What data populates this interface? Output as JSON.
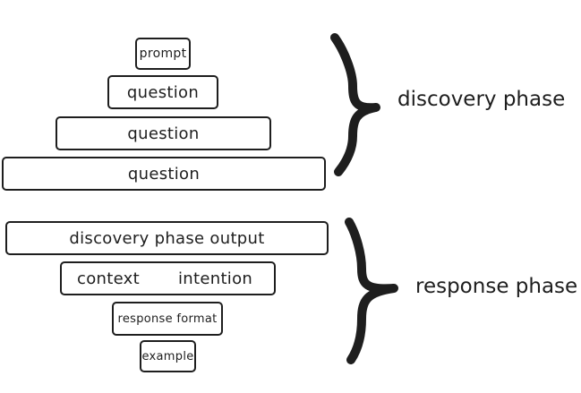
{
  "diagram": {
    "discovery_stack": {
      "boxes": [
        {
          "label": "prompt"
        },
        {
          "label": "question"
        },
        {
          "label": "question"
        },
        {
          "label": "question"
        }
      ],
      "phase_label": "discovery phase"
    },
    "response_stack": {
      "boxes": [
        {
          "label": "discovery phase output"
        },
        {
          "left_label": "context",
          "right_label": "intention"
        },
        {
          "label": "response format"
        },
        {
          "label": "example"
        }
      ],
      "phase_label": "response phase"
    },
    "colors": {
      "stroke": "#1e1e1e",
      "background": "#ffffff"
    }
  }
}
